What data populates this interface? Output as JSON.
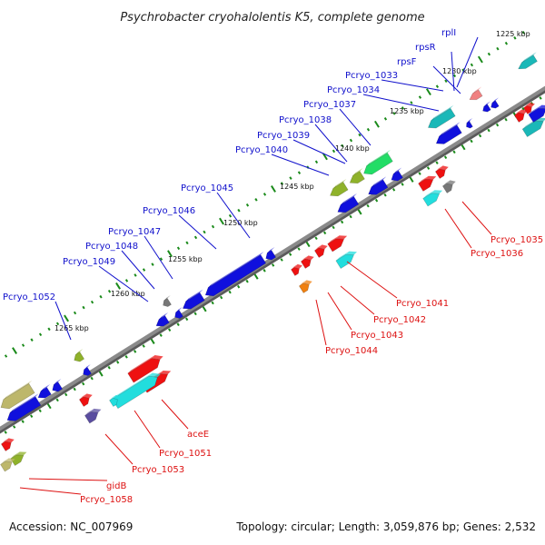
{
  "title": "Psychrobacter cryohalolentis K5, complete genome",
  "footer": {
    "accession": "Accession: NC_007969",
    "summary": "Topology: circular; Length: 3,059,876 bp; Genes: 2,532"
  },
  "colors": {
    "background": "#ffffff",
    "backbone": "#8a8a8a",
    "tick_marks": "#1a8a1a",
    "forward_label": "#1010cc",
    "reverse_label": "#dd1111",
    "gene_blue": "#1010dd",
    "gene_red": "#ee1111",
    "gene_cyan": "#22dddd",
    "gene_teal": "#1ab8b8",
    "gene_green": "#22dd66",
    "gene_olive": "#8fb22a",
    "gene_khaki": "#bdb76b",
    "gene_gray": "#777777",
    "gene_pink": "#f08080",
    "gene_orange": "#f08010",
    "gene_purple": "#5a4da0"
  },
  "scale_labels": [
    "1225 kbp",
    "1230 kbp",
    "1235 kbp",
    "1240 kbp",
    "1245 kbp",
    "1250 kbp",
    "1255 kbp",
    "1260 kbp",
    "1265 kbp"
  ],
  "forward_gene_labels": [
    "rplI",
    "rpsR",
    "rpsF",
    "Pcryo_1033",
    "Pcryo_1034",
    "Pcryo_1037",
    "Pcryo_1038",
    "Pcryo_1039",
    "Pcryo_1040",
    "Pcryo_1045",
    "Pcryo_1046",
    "Pcryo_1047",
    "Pcryo_1048",
    "Pcryo_1049",
    "Pcryo_1052"
  ],
  "reverse_gene_labels": [
    "Pcryo_1035",
    "Pcryo_1036",
    "Pcryo_1041",
    "Pcryo_1042",
    "Pcryo_1043",
    "Pcryo_1044",
    "aceE",
    "Pcryo_1051",
    "Pcryo_1053",
    "gidB",
    "Pcryo_1058"
  ]
}
